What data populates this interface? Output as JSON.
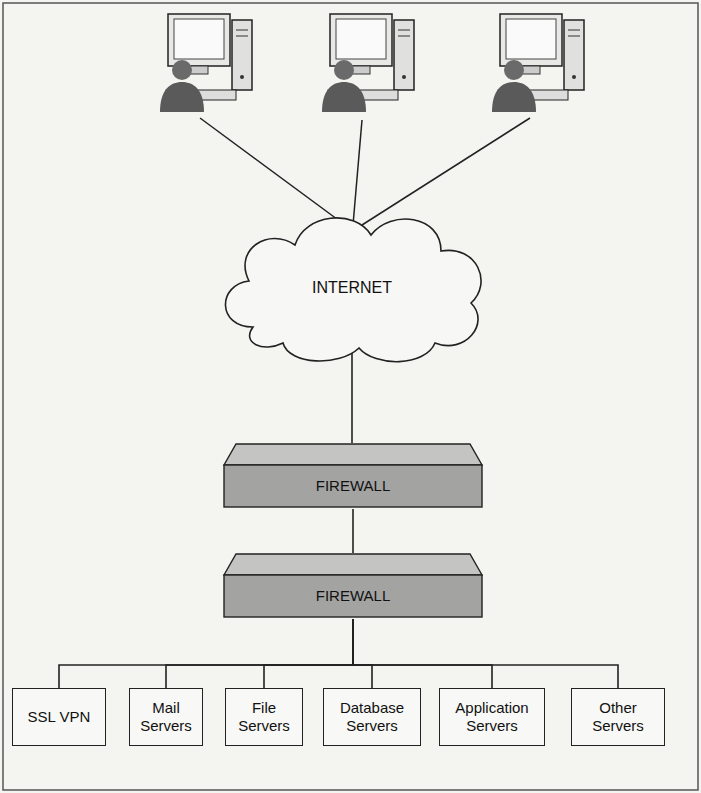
{
  "diagram": {
    "nodes": [
      {
        "text": [
          "INTERNET"
        ]
      },
      {
        "text": [
          "FIREWALL"
        ]
      },
      {
        "text": [
          "FIREWALL"
        ]
      },
      {
        "text": [
          "SSL VPN"
        ]
      },
      {
        "text": [
          "Mail Servers"
        ]
      },
      {
        "text": [
          "File Servers"
        ]
      },
      {
        "text": [
          "Database Servers"
        ]
      },
      {
        "text": [
          "Application Servers"
        ]
      },
      {
        "text": [
          "Other Servers"
        ]
      }
    ],
    "edges": [
      {
        "from": 0,
        "to": 1,
        "arrow": "none"
      },
      {
        "from": 1,
        "to": 2,
        "arrow": "none"
      },
      {
        "from": 2,
        "to": 3,
        "arrow": "none"
      },
      {
        "from": 2,
        "to": 4,
        "arrow": "none"
      },
      {
        "from": 2,
        "to": 5,
        "arrow": "none"
      },
      {
        "from": 2,
        "to": 6,
        "arrow": "none"
      },
      {
        "from": 2,
        "to": 7,
        "arrow": "none"
      },
      {
        "from": 2,
        "to": 8,
        "arrow": "none"
      }
    ]
  }
}
